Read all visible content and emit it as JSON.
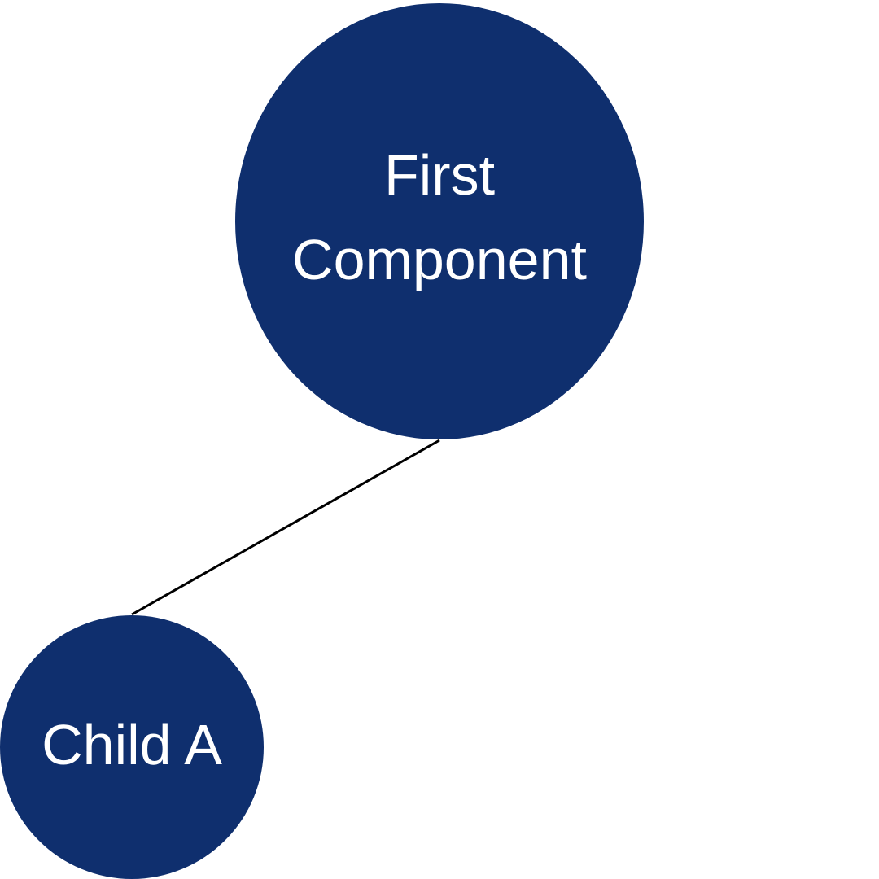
{
  "diagram": {
    "type": "tree",
    "colors": {
      "node_fill": "#0f2f6e",
      "node_text": "#ffffff",
      "edge": "#000000",
      "background": "#ffffff"
    },
    "nodes": {
      "root": {
        "label": "First\nComponent"
      },
      "child_a": {
        "label": "Child A"
      }
    },
    "edges": [
      {
        "from": "root",
        "to": "child_a"
      }
    ]
  }
}
